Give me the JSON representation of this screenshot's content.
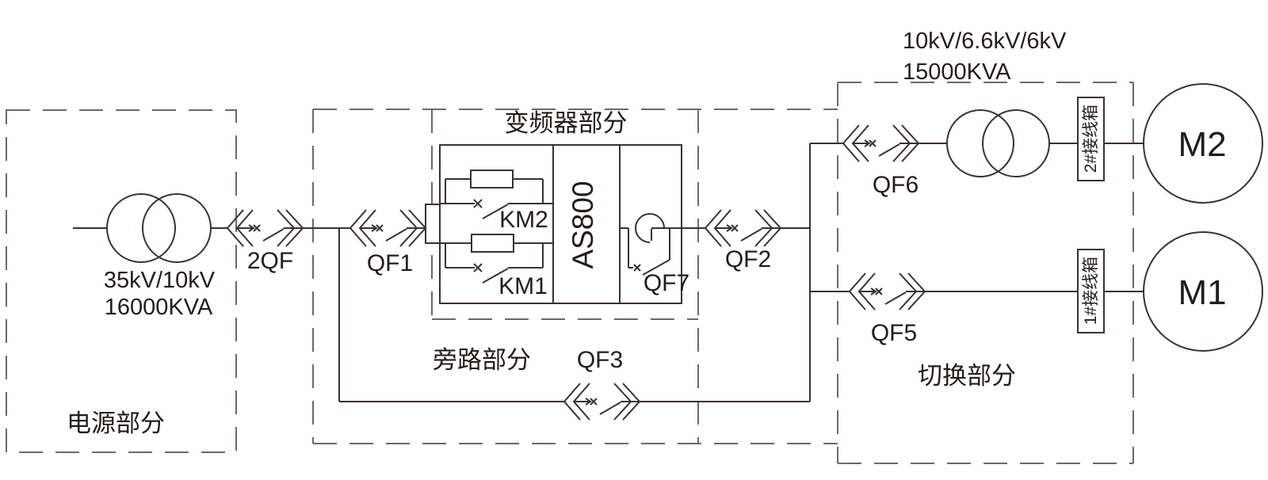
{
  "diagram": {
    "sections": {
      "power_label": "电源部分",
      "bypass_label": "旁路部分",
      "inverter_label": "变频器部分",
      "switching_label": "切换部分"
    },
    "transformer1": {
      "ratio": "35kV/10kV",
      "capacity": "16000KVA"
    },
    "transformer2": {
      "ratio": "10kV/6.6kV/6kV",
      "capacity": "15000KVA"
    },
    "breakers": {
      "qf2_main": "2QF",
      "qf1": "QF1",
      "qf2": "QF2",
      "qf3": "QF3",
      "qf5": "QF5",
      "qf6": "QF6",
      "qf7": "QF7"
    },
    "contactors": {
      "km1": "KM1",
      "km2": "KM2"
    },
    "inverter_model": "AS800",
    "junction_boxes": {
      "box2": "2#接线箱",
      "box1": "1#接线箱"
    },
    "motors": {
      "m2": "M2",
      "m1": "M1"
    }
  },
  "colors": {
    "line": "#3a3230",
    "text": "#221c1a",
    "dash": "#6e6866",
    "background": "#ffffff"
  }
}
